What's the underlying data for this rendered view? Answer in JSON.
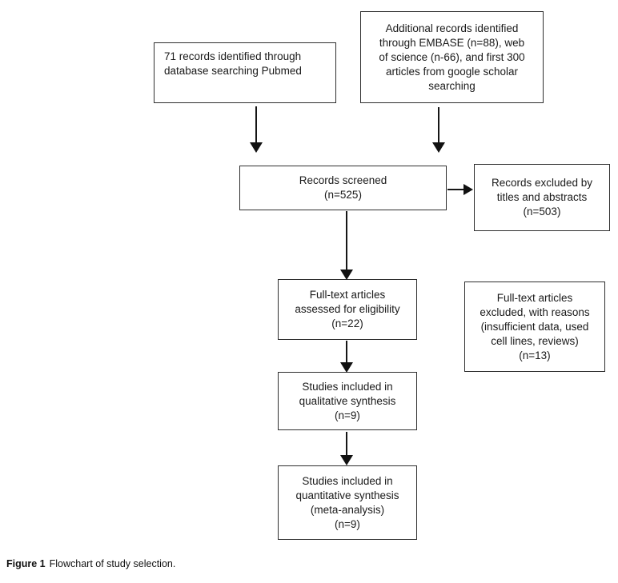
{
  "figure": {
    "caption": {
      "label": "Figure 1",
      "text": "Flowchart of study selection."
    }
  },
  "flowchart": {
    "nodes": {
      "pubmed": {
        "text": "71 records identified through\ndatabase searching Pubmed"
      },
      "additional": {
        "text": "Additional records identified\nthrough EMBASE (n=88), web\nof science (n-66), and first 300\narticles from google scholar\nsearching"
      },
      "screened": {
        "text": "Records screened\n(n=525)"
      },
      "excluded_titles": {
        "text": "Records excluded by\ntitles and abstracts\n(n=503)"
      },
      "fulltext": {
        "text": "Full-text articles\nassessed for eligibility\n(n=22)"
      },
      "excluded_fulltext": {
        "text": "Full-text articles\nexcluded, with reasons\n(insufficient data, used\ncell lines, reviews)\n(n=13)"
      },
      "qualitative": {
        "text": "Studies included in\nqualitative synthesis\n(n=9)"
      },
      "quantitative": {
        "text": "Studies included in\nquantitative synthesis\n(meta-analysis)\n(n=9)"
      }
    },
    "edges": [
      {
        "from": "pubmed",
        "to": "screened"
      },
      {
        "from": "additional",
        "to": "screened"
      },
      {
        "from": "screened",
        "to": "excluded_titles"
      },
      {
        "from": "screened",
        "to": "fulltext"
      },
      {
        "from": "fulltext",
        "to": "qualitative"
      },
      {
        "from": "qualitative",
        "to": "quantitative"
      }
    ],
    "colors": {
      "background": "#ffffff",
      "box_border": "#2e2e2e",
      "arrow": "#111111",
      "text": "#1a1a1a"
    }
  }
}
